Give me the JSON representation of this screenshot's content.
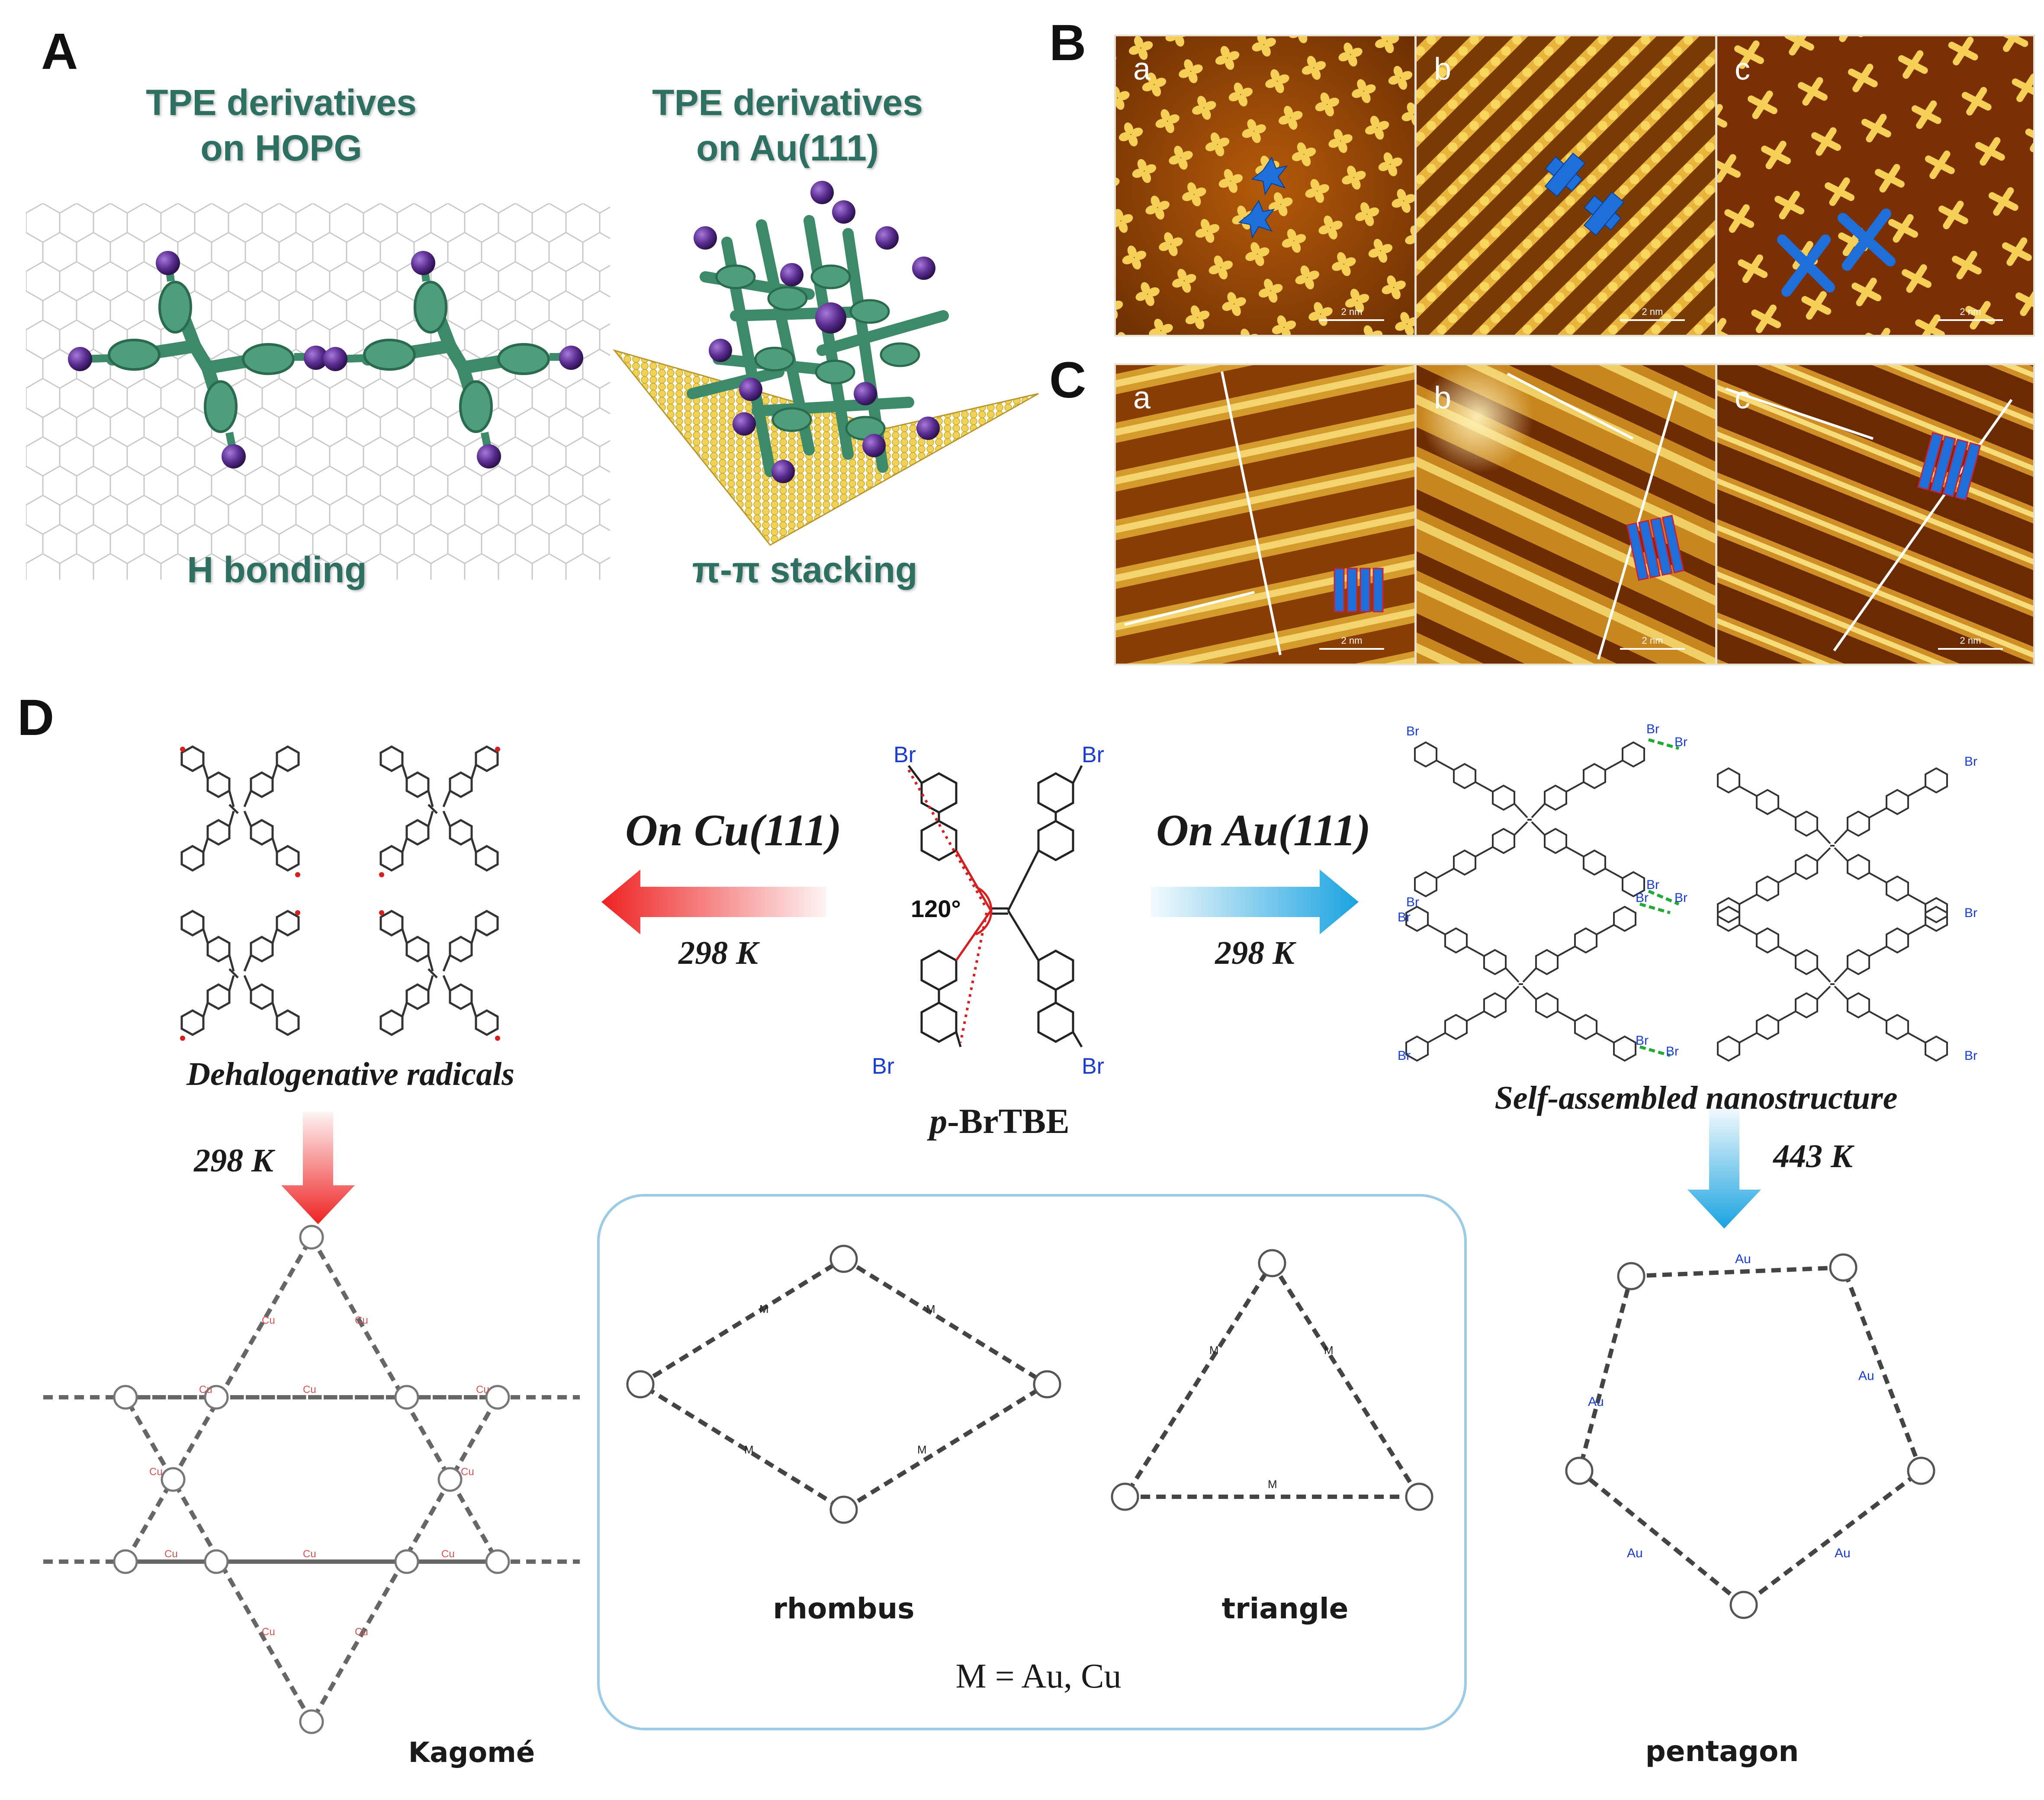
{
  "panelA": {
    "letter": "A",
    "left_title_line1": "TPE derivatives",
    "left_title_line2": "on HOPG",
    "right_title_line1": "TPE derivatives",
    "right_title_line2": "on Au(111)",
    "left_caption": "H bonding",
    "right_caption": "π-π  stacking"
  },
  "panelB": {
    "letter": "B",
    "sub": [
      "a",
      "b",
      "c"
    ],
    "scale": "2 nm"
  },
  "panelC": {
    "letter": "C",
    "sub": [
      "a",
      "b",
      "c"
    ],
    "scale": "2 nm"
  },
  "panelD": {
    "letter": "D",
    "on_cu": "On Cu(111)",
    "on_au": "On Au(111)",
    "temp_left": "298 K",
    "temp_right": "298 K",
    "angle": "120°",
    "br": "Br",
    "molecule_prefix": "p",
    "molecule_suffix": "-BrTBE",
    "left_caption": "Dehalogenative radicals",
    "right_caption": "Self-assembled nanostructure",
    "temp_down_left": "298 K",
    "temp_down_right": "443 K",
    "kagome": "Kagomé",
    "rhombus": "rhombus",
    "triangle": "triangle",
    "metal_note": "M = Au, Cu",
    "pentagon": "pentagon",
    "metal_cu": "Cu",
    "metal_au": "Au",
    "metal_m": "M"
  },
  "colors": {
    "teal_text": "#2d6f61",
    "molecule_green": "#3d8a6a",
    "bromine_purple": "#5a2d91",
    "gold": "#e8c94a",
    "stm_dark": "#5a2a00",
    "stm_bright": "#f6d15a",
    "arrow_red": "#ee2222",
    "arrow_blue": "#1aa3e0",
    "br_blue": "#1a3ccf",
    "bond_red": "#d62020",
    "hbond_green": "#22aa33",
    "box_border": "#9ccbe6"
  }
}
